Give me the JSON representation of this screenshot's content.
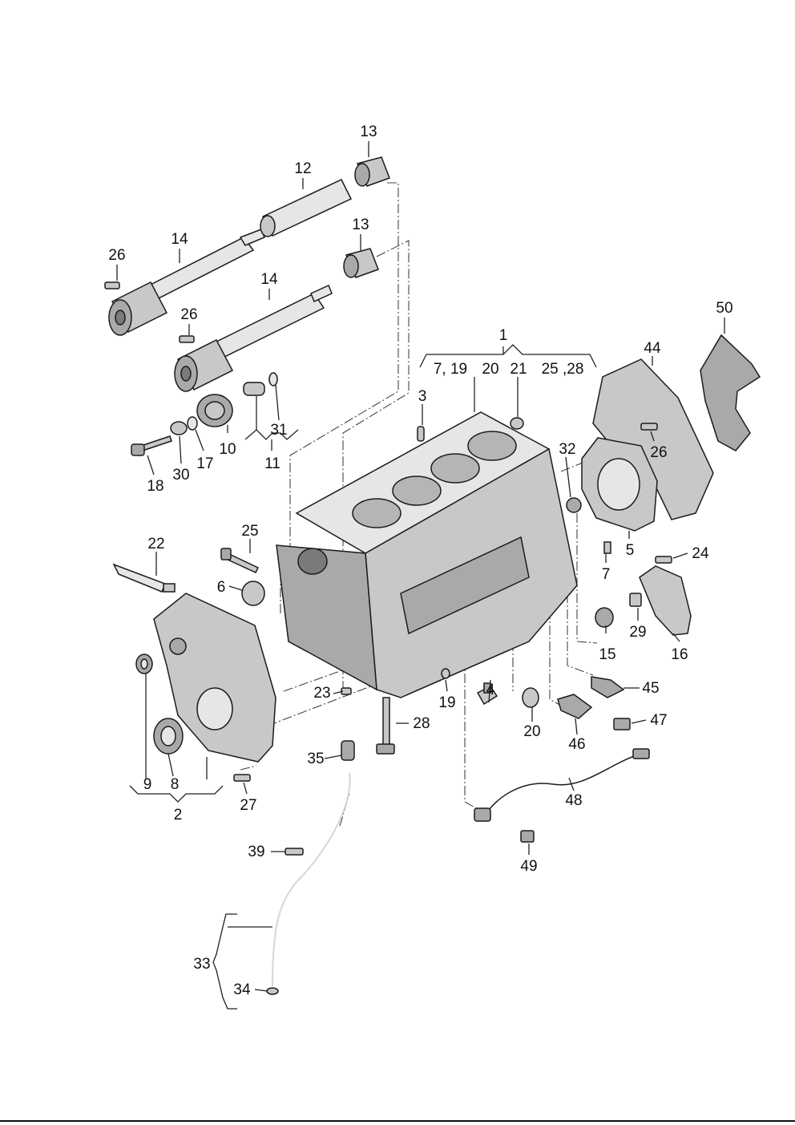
{
  "diagram": {
    "labels": [
      "1",
      "2",
      "3",
      "4",
      "5",
      "6",
      "7",
      "7, 19",
      "8",
      "9",
      "10",
      "11",
      "12",
      "13",
      "13",
      "14",
      "14",
      "15",
      "16",
      "17",
      "18",
      "19",
      "20",
      "20",
      "21",
      "22",
      "23",
      "24",
      "25",
      "25 ,28",
      "26",
      "26",
      "26",
      "27",
      "28",
      "29",
      "30",
      "31",
      "32",
      "33",
      "34",
      "35",
      "39",
      "44",
      "45",
      "46",
      "47",
      "48",
      "49",
      "50"
    ]
  }
}
